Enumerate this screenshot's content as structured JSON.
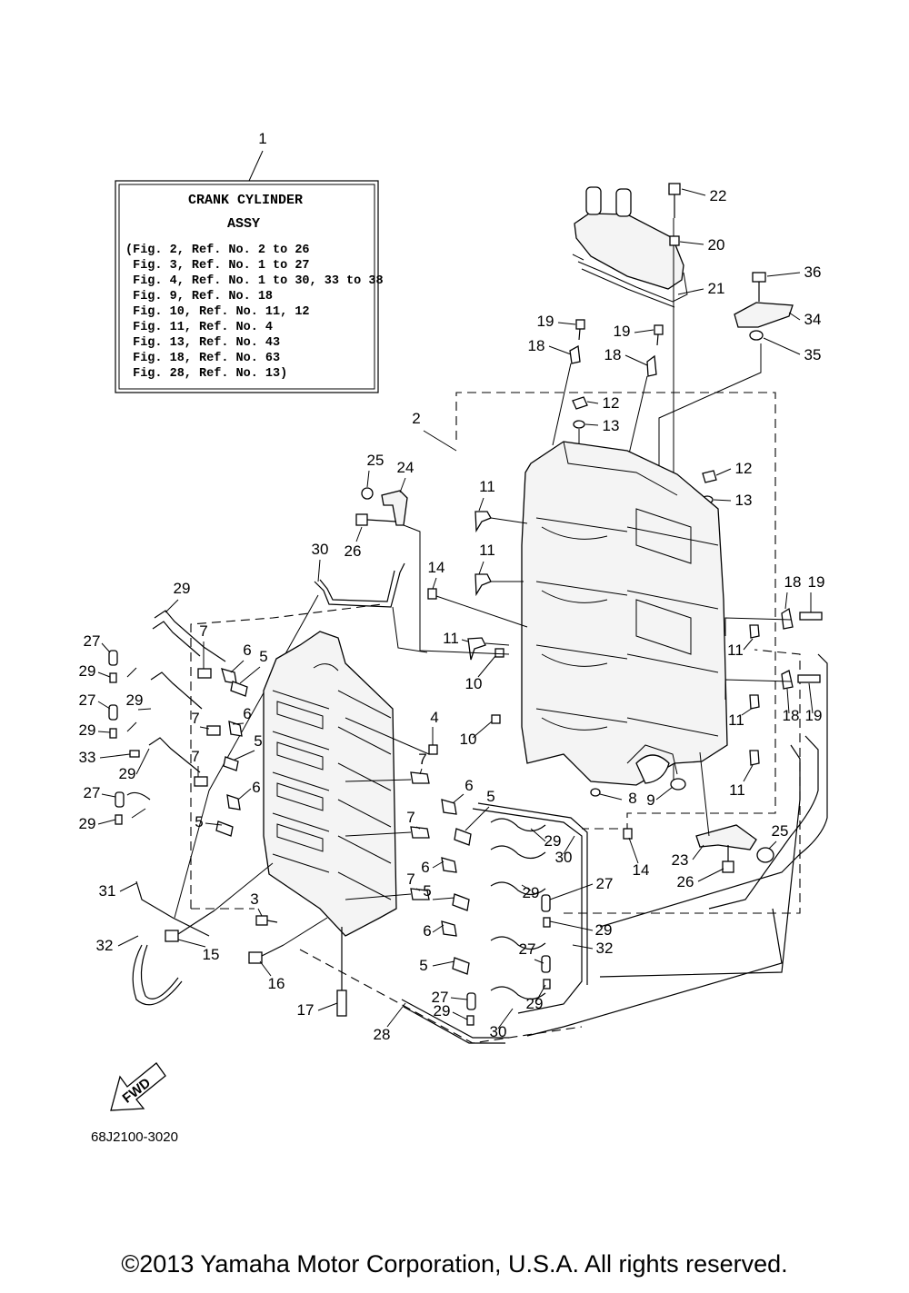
{
  "legend": {
    "ref_number": "1",
    "title_line1": "CRANK CYLINDER",
    "title_line2": "ASSY",
    "references": [
      "(Fig. 2, Ref. No. 2 to 26",
      " Fig. 3, Ref. No. 1 to 27",
      " Fig. 4, Ref. No. 1 to 30, 33 to 38",
      " Fig. 9, Ref. No. 18",
      " Fig. 10, Ref. No. 11, 12",
      " Fig. 11, Ref. No. 4",
      " Fig. 13, Ref. No. 43",
      " Fig. 18, Ref. No. 63",
      " Fig. 28, Ref. No. 13)"
    ]
  },
  "callouts": [
    {
      "id": "c22",
      "text": "22"
    },
    {
      "id": "c20",
      "text": "20"
    },
    {
      "id": "c21",
      "text": "21"
    },
    {
      "id": "c36",
      "text": "36"
    },
    {
      "id": "c34",
      "text": "34"
    },
    {
      "id": "c35",
      "text": "35"
    },
    {
      "id": "c19a",
      "text": "19"
    },
    {
      "id": "c18a",
      "text": "18"
    },
    {
      "id": "c19b",
      "text": "19"
    },
    {
      "id": "c18b",
      "text": "18"
    },
    {
      "id": "c12a",
      "text": "12"
    },
    {
      "id": "c13a",
      "text": "13"
    },
    {
      "id": "c12b",
      "text": "12"
    },
    {
      "id": "c13b",
      "text": "13"
    },
    {
      "id": "c2",
      "text": "2"
    },
    {
      "id": "c25a",
      "text": "25"
    },
    {
      "id": "c24",
      "text": "24"
    },
    {
      "id": "c26a",
      "text": "26"
    },
    {
      "id": "c11a",
      "text": "11"
    },
    {
      "id": "c11b",
      "text": "11"
    },
    {
      "id": "c30a",
      "text": "30"
    },
    {
      "id": "c14a",
      "text": "14"
    },
    {
      "id": "c29a",
      "text": "29"
    },
    {
      "id": "c18c",
      "text": "18"
    },
    {
      "id": "c19c",
      "text": "19"
    },
    {
      "id": "c11c",
      "text": "11"
    },
    {
      "id": "c11d",
      "text": "11"
    },
    {
      "id": "c10a",
      "text": "10"
    },
    {
      "id": "c27a",
      "text": "27"
    },
    {
      "id": "c7a",
      "text": "7"
    },
    {
      "id": "c6a",
      "text": "6"
    },
    {
      "id": "c5a",
      "text": "5"
    },
    {
      "id": "c29b",
      "text": "29"
    },
    {
      "id": "c27b",
      "text": "27"
    },
    {
      "id": "c29c",
      "text": "29"
    },
    {
      "id": "c7b",
      "text": "7"
    },
    {
      "id": "c6b",
      "text": "6"
    },
    {
      "id": "c29d",
      "text": "29"
    },
    {
      "id": "c18d",
      "text": "18"
    },
    {
      "id": "c19d",
      "text": "19"
    },
    {
      "id": "c11e",
      "text": "11"
    },
    {
      "id": "c10b",
      "text": "10"
    },
    {
      "id": "c4",
      "text": "4"
    },
    {
      "id": "c5b",
      "text": "5"
    },
    {
      "id": "c33",
      "text": "33"
    },
    {
      "id": "c7c",
      "text": "7"
    },
    {
      "id": "c29e",
      "text": "29"
    },
    {
      "id": "c6c",
      "text": "6"
    },
    {
      "id": "c7d",
      "text": "7"
    },
    {
      "id": "c6d",
      "text": "6"
    },
    {
      "id": "c5c",
      "text": "5"
    },
    {
      "id": "c11f",
      "text": "11"
    },
    {
      "id": "c8",
      "text": "8"
    },
    {
      "id": "c9",
      "text": "9"
    },
    {
      "id": "c27c",
      "text": "27"
    },
    {
      "id": "c29f",
      "text": "29"
    },
    {
      "id": "c5d",
      "text": "5"
    },
    {
      "id": "c7e",
      "text": "7"
    },
    {
      "id": "c29g",
      "text": "29"
    },
    {
      "id": "c25b",
      "text": "25"
    },
    {
      "id": "c6e",
      "text": "6"
    },
    {
      "id": "c30b",
      "text": "30"
    },
    {
      "id": "c23",
      "text": "23"
    },
    {
      "id": "c14b",
      "text": "14"
    },
    {
      "id": "c26b",
      "text": "26"
    },
    {
      "id": "c31",
      "text": "31"
    },
    {
      "id": "c7f",
      "text": "7"
    },
    {
      "id": "c5e",
      "text": "5"
    },
    {
      "id": "c29h",
      "text": "29"
    },
    {
      "id": "c27d",
      "text": "27"
    },
    {
      "id": "c3",
      "text": "3"
    },
    {
      "id": "c29i",
      "text": "29"
    },
    {
      "id": "c6f",
      "text": "6"
    },
    {
      "id": "c32a",
      "text": "32"
    },
    {
      "id": "c15",
      "text": "15"
    },
    {
      "id": "c32b",
      "text": "32"
    },
    {
      "id": "c27e",
      "text": "27"
    },
    {
      "id": "c5f",
      "text": "5"
    },
    {
      "id": "c16",
      "text": "16"
    },
    {
      "id": "c29j",
      "text": "29"
    },
    {
      "id": "c27f",
      "text": "27"
    },
    {
      "id": "c29k",
      "text": "29"
    },
    {
      "id": "c17",
      "text": "17"
    },
    {
      "id": "c30c",
      "text": "30"
    },
    {
      "id": "c28",
      "text": "28"
    }
  ],
  "fwd_label": "FWD",
  "diagram_code": "68J2100-3020",
  "copyright": "©2013 Yamaha Motor Corporation, U.S.A. All rights reserved."
}
